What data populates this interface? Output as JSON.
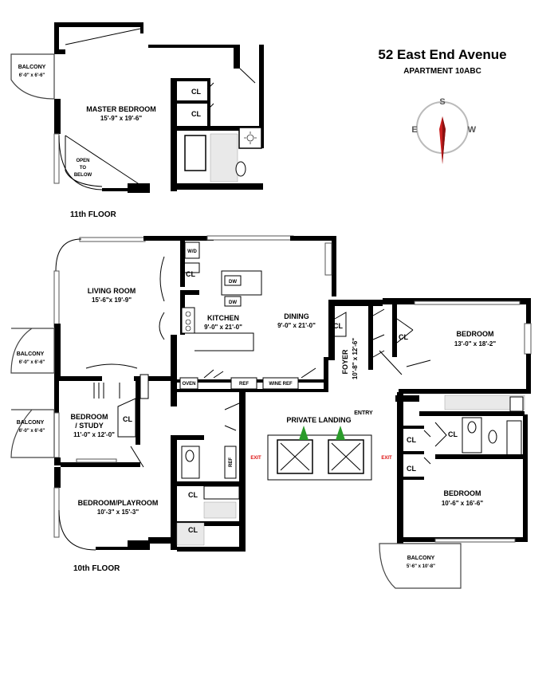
{
  "header": {
    "address": "52 East End Avenue",
    "apartment": "APARTMENT 10ABC"
  },
  "compass": {
    "north_label": "S",
    "west_label": "E",
    "east_label": "W",
    "needle_color": "#cc1f1f"
  },
  "floors": {
    "upper_label": "11th FLOOR",
    "lower_label": "10th FLOOR"
  },
  "upper": {
    "master_bedroom": {
      "name": "MASTER BEDROOM",
      "dim": "15'-9\" x 19'-6\""
    },
    "balcony": {
      "name": "BALCONY",
      "dim": "6'-0\" x 6'-6\""
    },
    "open_to_below": [
      "OPEN",
      "TO",
      "BELOW"
    ],
    "closets": [
      "CL",
      "CL"
    ]
  },
  "lower": {
    "living_room": {
      "name": "LIVING ROOM",
      "dim": "15'-6\"x 19'-9\""
    },
    "kitchen": {
      "name": "KITCHEN",
      "dim": "9'-0\" x 21'-0\""
    },
    "dining": {
      "name": "DINING",
      "dim": "9'-0\" x 21'-0\""
    },
    "bedroom_study": {
      "name1": "BEDROOM",
      "name2": "/ STUDY",
      "dim": "11'-0\" x 12'-0\""
    },
    "bedroom_playroom": {
      "name": "BEDROOM/PLAYROOM",
      "dim": "10'-3\" x 15'-3\""
    },
    "bedroom_east": {
      "name": "BEDROOM",
      "dim": "13'-0\" x 18'-2\""
    },
    "bedroom_south": {
      "name": "BEDROOM",
      "dim": "10'-6\" x 16'-6\""
    },
    "foyer": {
      "name": "FOYER",
      "dim": "10'-8\" x 12'-6\""
    },
    "private_landing": "PRIVATE LANDING",
    "entry": "ENTRY",
    "exit": "EXIT",
    "balconies": [
      {
        "name": "BALCONY",
        "dim": "6'-0\" x 6'-6\""
      },
      {
        "name": "BALCONY",
        "dim": "6'-0\" x 6'-6\""
      },
      {
        "name": "BALCONY",
        "dim": "5'-6\" x 10'-8\""
      }
    ],
    "appliances": {
      "wd": "W/D",
      "dw": "DW",
      "oven": "OVEN",
      "ref": "REF",
      "wine_ref": "WINE REF"
    },
    "closet": "CL"
  }
}
